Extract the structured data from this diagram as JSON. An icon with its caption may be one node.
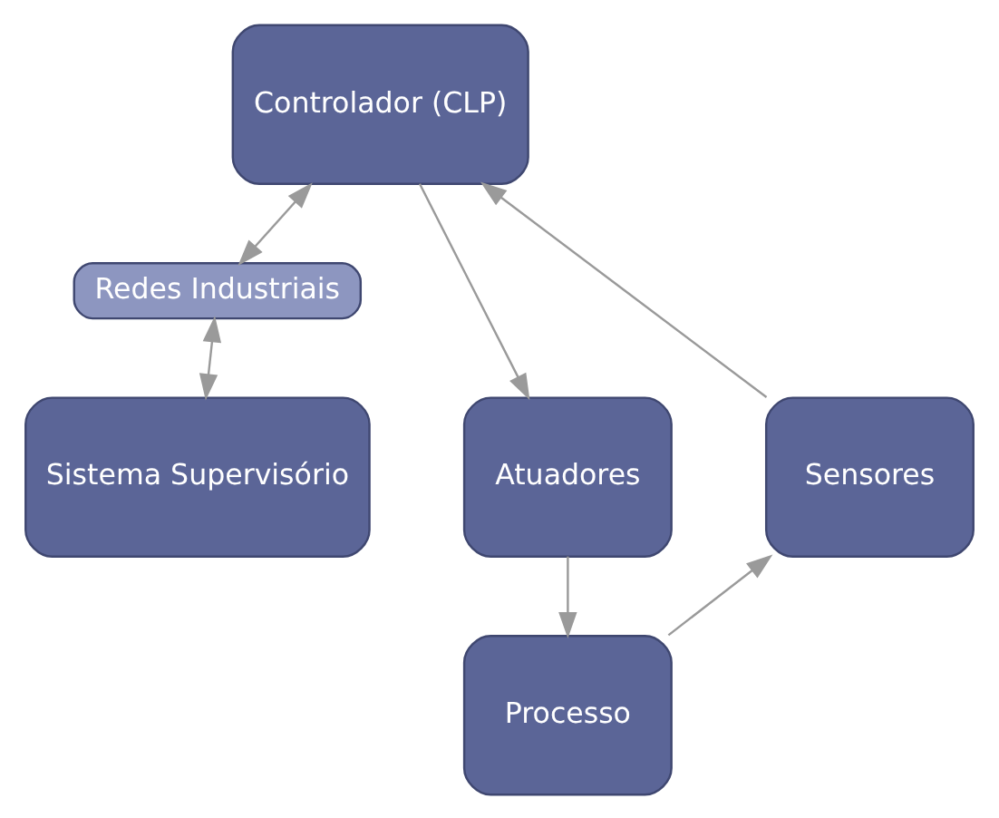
{
  "diagram": {
    "nodes": [
      {
        "text": [
          "Controlador (CLP)"
        ]
      },
      {
        "text": [
          "Redes Industriais"
        ]
      },
      {
        "text": [
          "Sensores"
        ]
      },
      {
        "text": [
          "Sistema Supervisório"
        ]
      },
      {
        "text": [
          "Atuadores"
        ]
      },
      {
        "text": [
          "Processo"
        ]
      }
    ],
    "edges": [
      {
        "from": 0,
        "to": 4,
        "arrow": "to"
      },
      {
        "from": 4,
        "to": 5,
        "arrow": "to"
      },
      {
        "from": 5,
        "to": 2,
        "arrow": "to"
      },
      {
        "from": 2,
        "to": 0,
        "arrow": "to"
      },
      {
        "from": 0,
        "to": 1,
        "arrow": "both"
      },
      {
        "from": 1,
        "to": 3,
        "arrow": "both"
      }
    ]
  }
}
